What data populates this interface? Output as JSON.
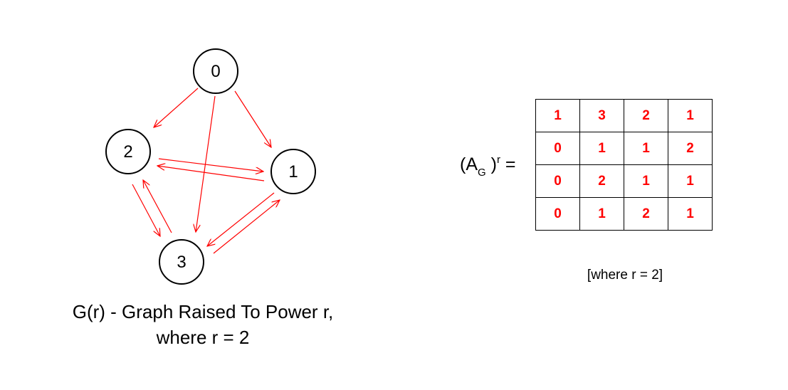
{
  "graph": {
    "nodes": [
      {
        "id": "0",
        "label": "0"
      },
      {
        "id": "1",
        "label": "1"
      },
      {
        "id": "2",
        "label": "2"
      },
      {
        "id": "3",
        "label": "3"
      }
    ],
    "edges": [
      {
        "from": "0",
        "to": "2"
      },
      {
        "from": "0",
        "to": "1"
      },
      {
        "from": "0",
        "to": "3"
      },
      {
        "from": "2",
        "to": "1"
      },
      {
        "from": "1",
        "to": "2"
      },
      {
        "from": "2",
        "to": "3"
      },
      {
        "from": "3",
        "to": "2"
      },
      {
        "from": "1",
        "to": "3"
      },
      {
        "from": "3",
        "to": "1"
      }
    ],
    "caption_line1": "G(r) - Graph Raised To Power r,",
    "caption_line2": "where r = 2"
  },
  "matrix": {
    "label_open": "(A",
    "label_sub": "G",
    "label_close": " )",
    "label_sup": "r",
    "label_eq": " =",
    "rows": [
      [
        "1",
        "3",
        "2",
        "1"
      ],
      [
        "0",
        "1",
        "1",
        "2"
      ],
      [
        "0",
        "2",
        "1",
        "1"
      ],
      [
        "0",
        "1",
        "2",
        "1"
      ]
    ],
    "note": "[where r = 2]"
  },
  "colors": {
    "edge": "#ff0000",
    "cell_text": "#ff0000",
    "node_stroke": "#000000"
  }
}
